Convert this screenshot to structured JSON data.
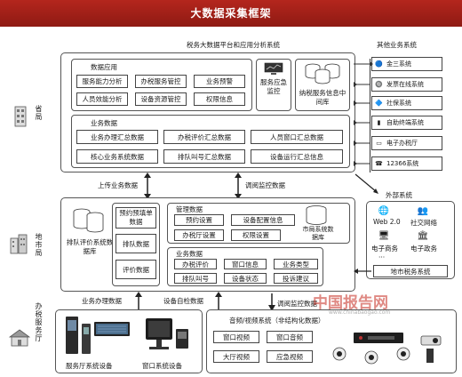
{
  "title": "大数据采集框架",
  "platform_label": "税务大数据平台和应用分析系统",
  "other_systems": {
    "label": "其他业务系统",
    "items": [
      "金三系统",
      "发票在线系统",
      "社保系统",
      "自助终端系统",
      "电子办税厅",
      "12366系统"
    ]
  },
  "levels": {
    "province": "省局",
    "city": "地市局",
    "hall": "办税服务厅"
  },
  "province": {
    "data_app": {
      "label": "数据应用",
      "cells": [
        "服务能力分析",
        "办税服务管控",
        "业务预警",
        "人员效能分析",
        "设备资源管控",
        "权限信息"
      ]
    },
    "service_monitor": "服务应急监控",
    "tax_db": "纳税服务信息中间库",
    "biz_data": {
      "label": "业务数据",
      "cells": [
        "业务办理汇总数据",
        "办税评价汇总数据",
        "人员窗口汇总数据",
        "核心业务系统数据",
        "排队叫号汇总数据",
        "设备运行汇总信息"
      ]
    }
  },
  "arrows": {
    "upload": "上传业务数据",
    "monitor": "调阅监控数据",
    "handle": "业务办理数据",
    "self_service": "设备自检数据",
    "monitor2": "调阅监控数据"
  },
  "city": {
    "queue_db": "排队评价系统数据库",
    "left_cells": [
      "预约预填单数据",
      "排队数据",
      "评价数据"
    ],
    "mgmt": {
      "label": "管理数据",
      "cells": [
        "预约设置",
        "设备配置信息",
        "办税厅设置",
        "权限设置"
      ]
    },
    "city_db": "市局系统数据库",
    "biz": {
      "label": "业务数据",
      "cells": [
        "办税评价",
        "窗口信息",
        "业务类型",
        "排队叫号",
        "设备状态",
        "投诉建议"
      ]
    }
  },
  "external": {
    "label": "外部系统",
    "items": [
      "Web 2.0",
      "社交网络",
      "电子商务",
      "电子政务"
    ],
    "more": "···",
    "city_tax": "地市税务系统"
  },
  "hall": {
    "devices": [
      "服务厅系统设备",
      "窗口系统设备"
    ],
    "av": {
      "label": "音频/视频系统（非结构化数据）",
      "cells": [
        "窗口视频",
        "窗口音频",
        "大厅视频",
        "应急视频"
      ]
    }
  },
  "watermark": {
    "text": "中国报告网",
    "url": "www.chinabaogao.com"
  },
  "colors": {
    "title_bg": "#b4261d",
    "watermark": "#c4281e"
  }
}
